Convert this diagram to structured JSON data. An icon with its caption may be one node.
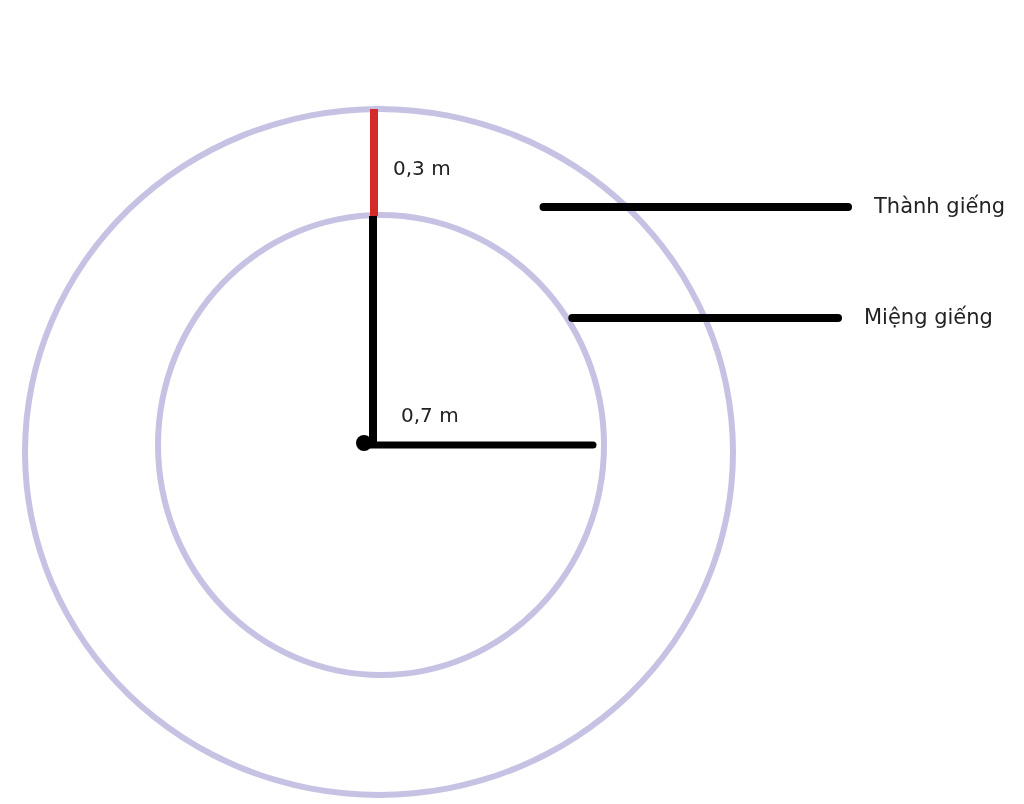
{
  "diagram": {
    "nodes": [
      {
        "text": [],
        "shape": "circle"
      },
      {
        "text": [],
        "shape": "circle",
        "in": 0
      },
      {
        "text": [
          "Thành giếng"
        ]
      },
      {
        "text": [
          "Miệng giếng"
        ]
      }
    ],
    "edges": [
      {
        "from": 2,
        "to": 0,
        "arrow": "none"
      },
      {
        "from": 3,
        "to": 1,
        "arrow": "none"
      }
    ],
    "labels": [
      "0,3 m",
      "0,7 m"
    ]
  }
}
